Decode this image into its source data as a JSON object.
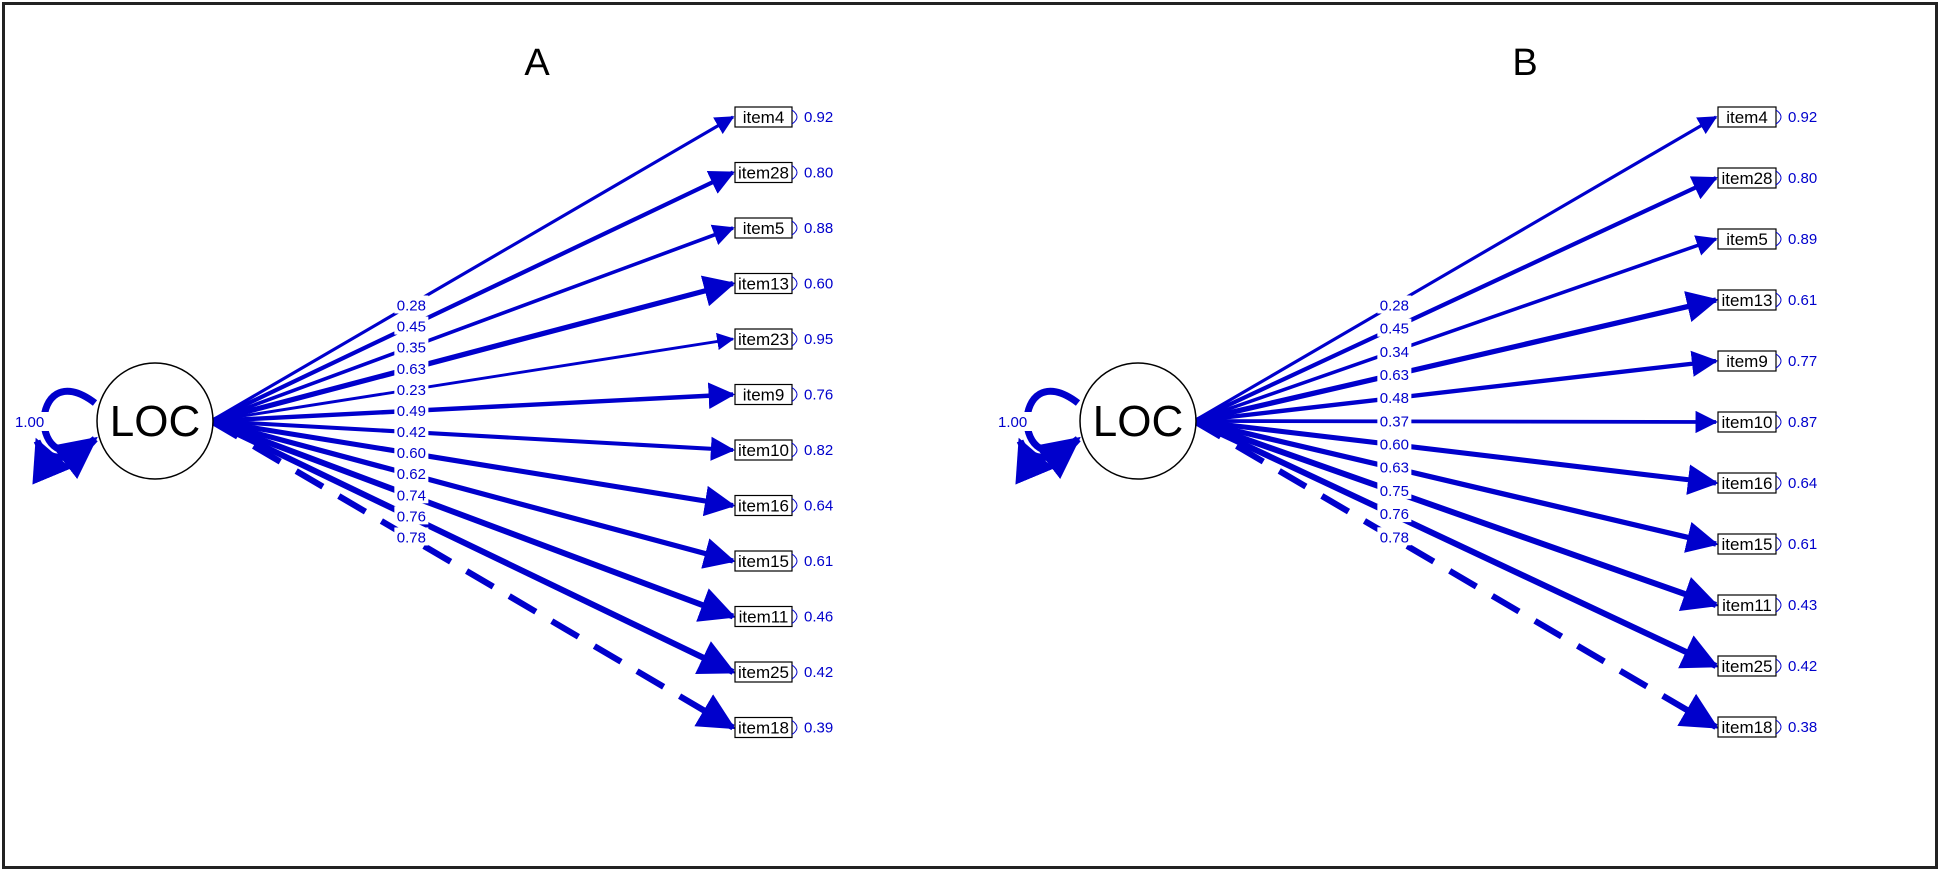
{
  "colors": {
    "path": "#0000CC",
    "border": "#222222",
    "ink": "#000000"
  },
  "panels": [
    {
      "title": "A",
      "latent": "LOC",
      "latent_variance": "1.00",
      "items": [
        {
          "name": "item4",
          "loading": "0.28",
          "residual": "0.92",
          "style": "solid"
        },
        {
          "name": "item28",
          "loading": "0.45",
          "residual": "0.80",
          "style": "solid"
        },
        {
          "name": "item5",
          "loading": "0.35",
          "residual": "0.88",
          "style": "solid"
        },
        {
          "name": "item13",
          "loading": "0.63",
          "residual": "0.60",
          "style": "solid"
        },
        {
          "name": "item23",
          "loading": "0.23",
          "residual": "0.95",
          "style": "solid"
        },
        {
          "name": "item9",
          "loading": "0.49",
          "residual": "0.76",
          "style": "solid"
        },
        {
          "name": "item10",
          "loading": "0.42",
          "residual": "0.82",
          "style": "solid"
        },
        {
          "name": "item16",
          "loading": "0.60",
          "residual": "0.64",
          "style": "solid"
        },
        {
          "name": "item15",
          "loading": "0.62",
          "residual": "0.61",
          "style": "solid"
        },
        {
          "name": "item11",
          "loading": "0.74",
          "residual": "0.46",
          "style": "solid"
        },
        {
          "name": "item25",
          "loading": "0.76",
          "residual": "0.42",
          "style": "solid"
        },
        {
          "name": "item18",
          "loading": "0.78",
          "residual": "0.39",
          "style": "dashed"
        }
      ]
    },
    {
      "title": "B",
      "latent": "LOC",
      "latent_variance": "1.00",
      "items": [
        {
          "name": "item4",
          "loading": "0.28",
          "residual": "0.92",
          "style": "solid"
        },
        {
          "name": "item28",
          "loading": "0.45",
          "residual": "0.80",
          "style": "solid"
        },
        {
          "name": "item5",
          "loading": "0.34",
          "residual": "0.89",
          "style": "solid"
        },
        {
          "name": "item13",
          "loading": "0.63",
          "residual": "0.61",
          "style": "solid"
        },
        {
          "name": "item9",
          "loading": "0.48",
          "residual": "0.77",
          "style": "solid"
        },
        {
          "name": "item10",
          "loading": "0.37",
          "residual": "0.87",
          "style": "solid"
        },
        {
          "name": "item16",
          "loading": "0.60",
          "residual": "0.64",
          "style": "solid"
        },
        {
          "name": "item15",
          "loading": "0.63",
          "residual": "0.61",
          "style": "solid"
        },
        {
          "name": "item11",
          "loading": "0.75",
          "residual": "0.43",
          "style": "solid"
        },
        {
          "name": "item25",
          "loading": "0.76",
          "residual": "0.42",
          "style": "solid"
        },
        {
          "name": "item18",
          "loading": "0.78",
          "residual": "0.38",
          "style": "dashed"
        }
      ]
    }
  ]
}
